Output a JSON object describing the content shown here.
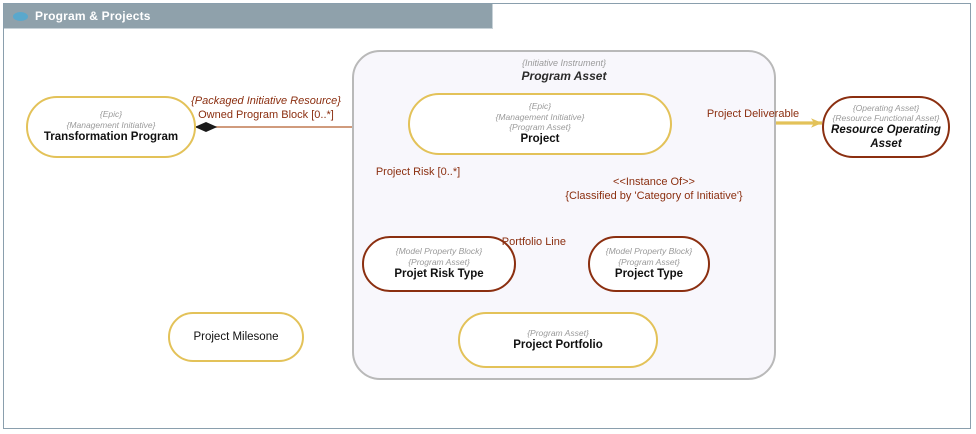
{
  "window": {
    "title": "Program & Projects",
    "icon": "package-ellipse-icon",
    "titlebar_color": "#8fa1ab",
    "frame_border_color": "#8a9fad"
  },
  "diagram": {
    "type": "uml-block-definition-diagram",
    "container": {
      "name": "package-program-asset",
      "stereotype": "{Initiative Instrument}",
      "title": "Program Asset",
      "border_color": "#b9b9b9",
      "fill_color": "#f8f7fc"
    },
    "nodes": [
      {
        "id": "transformation-program",
        "stereotypes": [
          "{Epic}",
          "{Management Initiative}"
        ],
        "name": "Transformation Program",
        "style": "gold",
        "italic_name": false
      },
      {
        "id": "project",
        "stereotypes": [
          "{Epic}",
          "{Management Initiative}",
          "{Program Asset}"
        ],
        "name": "Project",
        "style": "gold",
        "italic_name": false
      },
      {
        "id": "resource-operating-asset",
        "stereotypes": [
          "{Operating Asset}",
          "{Resource Functional Asset}"
        ],
        "name": "Resource Operating Asset",
        "style": "dark",
        "italic_name": true
      },
      {
        "id": "projet-risk-type",
        "stereotypes": [
          "{Model Property Block}",
          "{Program Asset}"
        ],
        "name": "Projet Risk Type",
        "style": "dark",
        "italic_name": false
      },
      {
        "id": "project-type",
        "stereotypes": [
          "{Model Property Block}",
          "{Program Asset}"
        ],
        "name": "Project Type",
        "style": "dark",
        "italic_name": false
      },
      {
        "id": "project-portfolio",
        "stereotypes": [
          "{Program Asset}"
        ],
        "name": "Project Portfolio",
        "style": "gold",
        "italic_name": false
      },
      {
        "id": "project-milesone",
        "stereotypes": [],
        "name": "Project Milesone",
        "style": "gold",
        "italic_name": false
      }
    ],
    "edges": [
      {
        "id": "owned-program-block",
        "from": "transformation-program",
        "to": "project",
        "stereotype": "{Packaged Initiative Resource}",
        "label": "Owned Program Block [0..*]",
        "line_style": "solid",
        "source_marker": "filled-diamond",
        "target_marker": "open-arrow",
        "color": "#c07a52"
      },
      {
        "id": "project-risk",
        "from": "project",
        "to": "projet-risk-type",
        "stereotype": "",
        "label": "Project Risk [0..*]",
        "line_style": "solid",
        "source_marker": "none",
        "target_marker": "open-arrow",
        "color": "#8b2f10"
      },
      {
        "id": "instance-of",
        "from": "project",
        "to": "project-type",
        "stereotype": "<<Instance Of>>",
        "label": "{Classified by 'Category of Initiative'}",
        "line_style": "dashed",
        "source_marker": "none",
        "target_marker": "open-arrow",
        "color": "#8b2f10"
      },
      {
        "id": "portfolio-line",
        "from": "project-portfolio",
        "to": "project",
        "stereotype": "",
        "label": "Portfolio Line",
        "line_style": "solid",
        "source_marker": "none",
        "target_marker": "solid-arrow",
        "color": "#e3c259"
      },
      {
        "id": "project-deliverable",
        "from": "project",
        "to": "resource-operating-asset",
        "stereotype": "",
        "label": "Project Deliverable",
        "line_style": "solid",
        "source_marker": "none",
        "target_marker": "solid-arrow",
        "color": "#e3c259"
      }
    ]
  }
}
